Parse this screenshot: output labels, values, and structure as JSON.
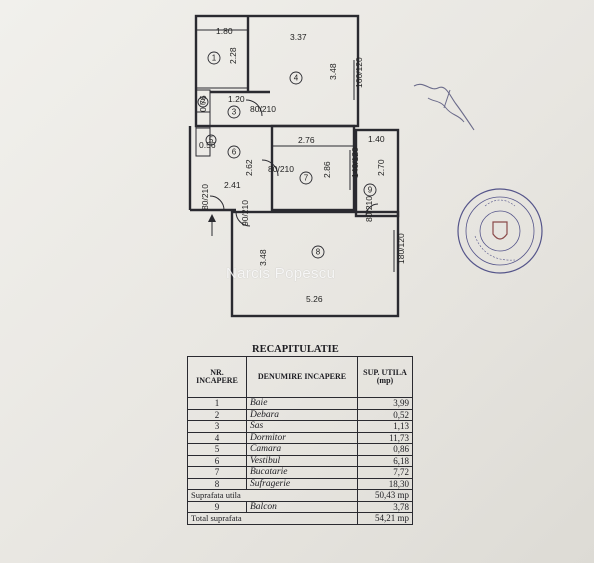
{
  "plan": {
    "dims": {
      "w_1": "1.80",
      "w_4": "3.37",
      "h_1": "2.28",
      "h_4": "3.48",
      "win_4": "160/120",
      "d_2": "1.20",
      "door_3": "80/210",
      "d_076": "0.76",
      "d_056": "0.56",
      "w_7": "2.76",
      "w_9": "1.40",
      "h_6": "2.62",
      "h_7": "2.86",
      "h_9": "2.70",
      "win_7": "140/120",
      "door_7": "80/210",
      "w_6": "2.41",
      "door_6": "80/210",
      "door_8": "90/210",
      "h_8": "3.48",
      "door_9": "80/210",
      "win_8": "180/120",
      "w_8": "5.26"
    },
    "rooms": [
      "1",
      "2",
      "3",
      "4",
      "5",
      "6",
      "7",
      "8",
      "9"
    ]
  },
  "watermark": "Narcis Popescu",
  "table": {
    "title": "RECAPITULATIE",
    "headers": {
      "nr": "NR. INCAPERE",
      "name": "DENUMIRE INCAPERE",
      "sup": "SUP. UTILA (mp)"
    },
    "rows": [
      {
        "nr": "1",
        "name": "Baie",
        "area": "3,99"
      },
      {
        "nr": "2",
        "name": "Debara",
        "area": "0,52"
      },
      {
        "nr": "3",
        "name": "Sas",
        "area": "1,13"
      },
      {
        "nr": "4",
        "name": "Dormitor",
        "area": "11,73"
      },
      {
        "nr": "5",
        "name": "Camara",
        "area": "0,86"
      },
      {
        "nr": "6",
        "name": "Vestibul",
        "area": "6,18"
      },
      {
        "nr": "7",
        "name": "Bucatarie",
        "area": "7,72"
      },
      {
        "nr": "8",
        "name": "Sufragerie",
        "area": "18,30"
      }
    ],
    "suprafata_utila": {
      "label": "Suprafata utila",
      "value": "50,43",
      "unit": "mp"
    },
    "balcon": {
      "nr": "9",
      "name": "Balcon",
      "area": "3,78"
    },
    "total": {
      "label": "Total suprafata",
      "value": "54,21",
      "unit": "mp"
    }
  }
}
